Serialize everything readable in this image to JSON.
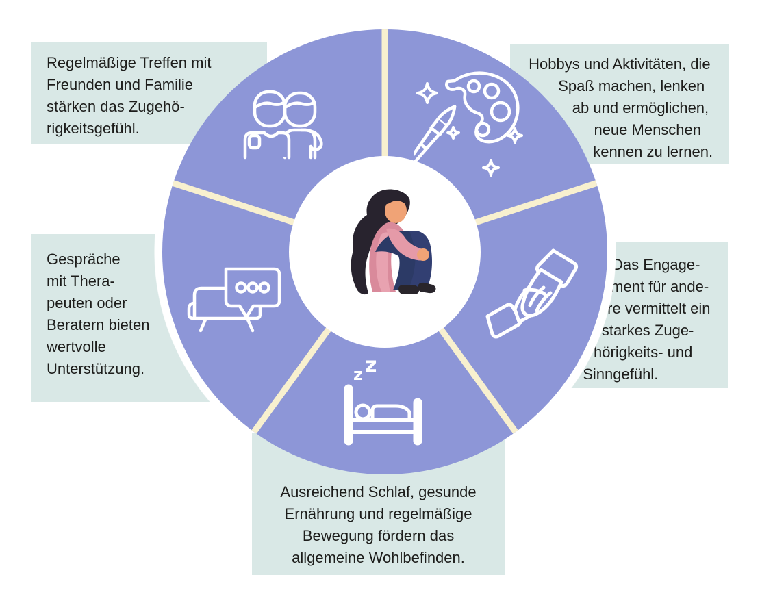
{
  "infographic": {
    "description": "Kreisdiagramm mit fünf Segmenten um eine Illustration einer traurigen Person",
    "center_illustration": "sad-person-hugging-knees",
    "colors": {
      "ring": "#8d96d7",
      "divider": "#f8f0cf",
      "box_background": "#d9e8e6",
      "text": "#1d1d1b",
      "icon_stroke": "#ffffff",
      "page_background": "#ffffff",
      "illustration_hair": "#28232e",
      "illustration_skin": "#f0a376",
      "illustration_sweater": "#d98a9b",
      "illustration_arm": "#e59aa8",
      "illustration_pants": "#2c3a66",
      "illustration_shoes": "#29252b"
    },
    "segments": [
      {
        "name": "freunde-familie",
        "icon": "two-friends-icon",
        "text": "Regelmäßige Treffen mit\nFreunden und Familie\nstärken das Zugehö-\nrigkeitsgefühl."
      },
      {
        "name": "hobbys",
        "icon": "paint-palette-icon",
        "text": "Hobbys und Aktivitäten, die\nSpaß machen, lenken\nab und ermöglichen,\nneue Menschen\nkennen zu lernen."
      },
      {
        "name": "gespraeche",
        "icon": "couch-chat-icon",
        "text": "Gespräche\nmit Thera-\npeuten oder\nBeratern bieten\nwertvolle\nUnterstützung."
      },
      {
        "name": "engagement",
        "icon": "helping-hands-icon",
        "text": "Das Engage-\nment für ande-\nre vermittelt ein\nstarkes Zuge-\nhörigkeits- und\nSinngefühl."
      },
      {
        "name": "gesundheit",
        "icon": "sleeping-bed-icon",
        "text": "Ausreichend Schlaf, gesunde\nErnährung und regelmäßige\nBewegung fördern das\nallgemeine Wohlbefinden."
      }
    ],
    "bed_sleep": {
      "z_small": "z",
      "z_big": "z"
    }
  }
}
